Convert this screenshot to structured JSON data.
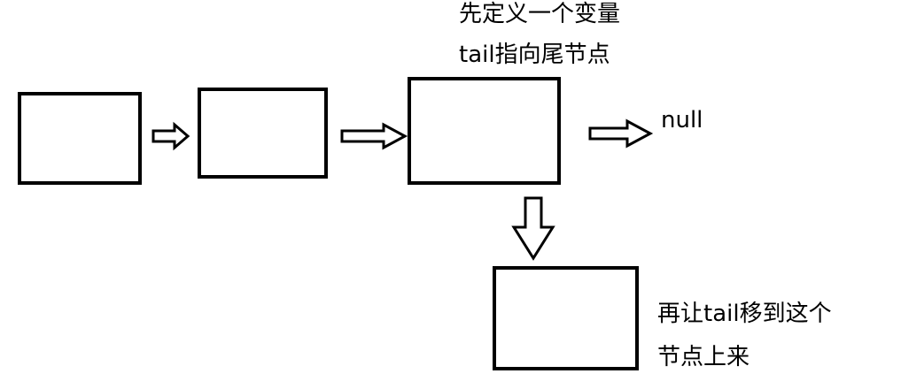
{
  "annotation_top": {
    "line1": "先定义一个变量",
    "line2": "tail指向尾节点"
  },
  "null_label": "null",
  "annotation_bottom": {
    "line1": "再让tail移到这个",
    "line2": "节点上来"
  },
  "colors": {
    "stroke": "#000000",
    "fill": "#ffffff",
    "background": "#ffffff"
  }
}
